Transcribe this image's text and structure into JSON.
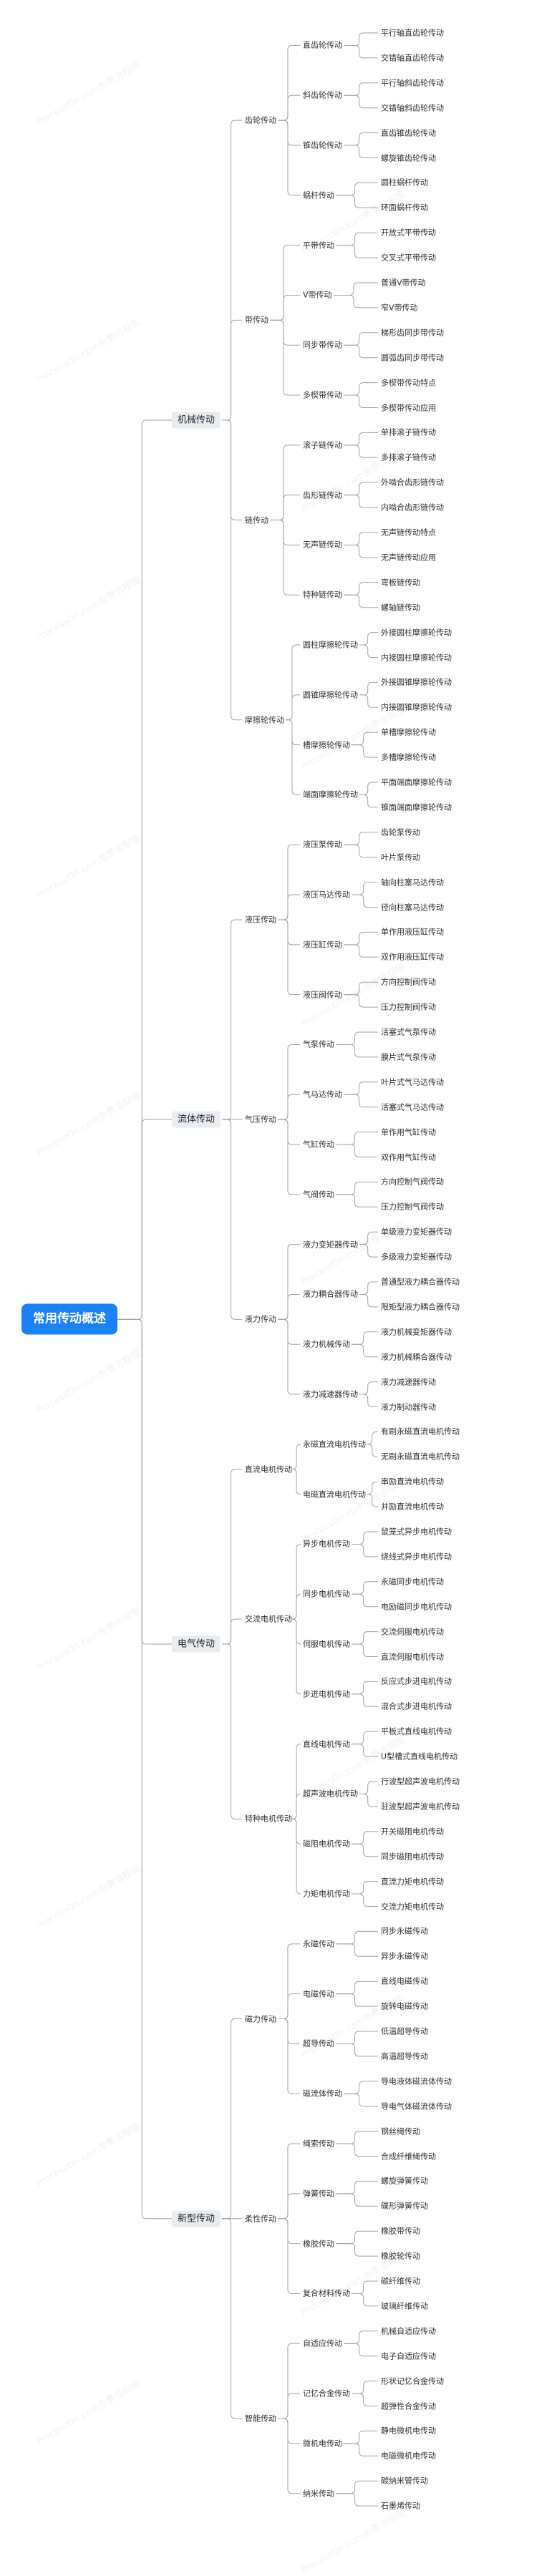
{
  "watermark": "ProcessOn.com免费流程图",
  "colors": {
    "root_bg": "#1a82f7",
    "branch_bg": "#e9edf2",
    "line": "#9aa5b5"
  },
  "root": "常用传动概述",
  "branches": [
    {
      "label": "机械传动",
      "children": [
        {
          "label": "齿轮传动",
          "children": [
            {
              "label": "直齿轮传动",
              "children": [
                "平行轴直齿轮传动",
                "交错轴直齿轮传动"
              ]
            },
            {
              "label": "斜齿轮传动",
              "children": [
                "平行轴斜齿轮传动",
                "交错轴斜齿轮传动"
              ]
            },
            {
              "label": "锥齿轮传动",
              "children": [
                "直齿锥齿轮传动",
                "螺旋锥齿轮传动"
              ]
            },
            {
              "label": "蜗杆传动",
              "children": [
                "圆柱蜗杆传动",
                "环面蜗杆传动"
              ]
            }
          ]
        },
        {
          "label": "带传动",
          "children": [
            {
              "label": "平带传动",
              "children": [
                "开放式平带传动",
                "交叉式平带传动"
              ]
            },
            {
              "label": "V带传动",
              "children": [
                "普通V带传动",
                "窄V带传动"
              ]
            },
            {
              "label": "同步带传动",
              "children": [
                "梯形齿同步带传动",
                "圆弧齿同步带传动"
              ]
            },
            {
              "label": "多楔带传动",
              "children": [
                "多楔带传动特点",
                "多楔带传动应用"
              ]
            }
          ]
        },
        {
          "label": "链传动",
          "children": [
            {
              "label": "滚子链传动",
              "children": [
                "单排滚子链传动",
                "多排滚子链传动"
              ]
            },
            {
              "label": "齿形链传动",
              "children": [
                "外啮合齿形链传动",
                "内啮合齿形链传动"
              ]
            },
            {
              "label": "无声链传动",
              "children": [
                "无声链传动特点",
                "无声链传动应用"
              ]
            },
            {
              "label": "特种链传动",
              "children": [
                "弯板链传动",
                "螺轴链传动"
              ]
            }
          ]
        },
        {
          "label": "摩擦轮传动",
          "children": [
            {
              "label": "圆柱摩擦轮传动",
              "children": [
                "外接圆柱摩擦轮传动",
                "内接圆柱摩擦轮传动"
              ]
            },
            {
              "label": "圆锥摩擦轮传动",
              "children": [
                "外接圆锥摩擦轮传动",
                "内接圆锥摩擦轮传动"
              ]
            },
            {
              "label": "槽摩擦轮传动",
              "children": [
                "单槽摩擦轮传动",
                "多槽摩擦轮传动"
              ]
            },
            {
              "label": "端面摩擦轮传动",
              "children": [
                "平面端面摩擦轮传动",
                "锥面端面摩擦轮传动"
              ]
            }
          ]
        }
      ]
    },
    {
      "label": "流体传动",
      "children": [
        {
          "label": "液压传动",
          "children": [
            {
              "label": "液压泵传动",
              "children": [
                "齿轮泵传动",
                "叶片泵传动"
              ]
            },
            {
              "label": "液压马达传动",
              "children": [
                "轴向柱塞马达传动",
                "径向柱塞马达传动"
              ]
            },
            {
              "label": "液压缸传动",
              "children": [
                "单作用液压缸传动",
                "双作用液压缸传动"
              ]
            },
            {
              "label": "液压阀传动",
              "children": [
                "方向控制阀传动",
                "压力控制阀传动"
              ]
            }
          ]
        },
        {
          "label": "气压传动",
          "children": [
            {
              "label": "气泵传动",
              "children": [
                "活塞式气泵传动",
                "膜片式气泵传动"
              ]
            },
            {
              "label": "气马达传动",
              "children": [
                "叶片式气马达传动",
                "活塞式气马达传动"
              ]
            },
            {
              "label": "气缸传动",
              "children": [
                "单作用气缸传动",
                "双作用气缸传动"
              ]
            },
            {
              "label": "气阀传动",
              "children": [
                "方向控制气阀传动",
                "压力控制气阀传动"
              ]
            }
          ]
        },
        {
          "label": "液力传动",
          "children": [
            {
              "label": "液力变矩器传动",
              "children": [
                "单级液力变矩器传动",
                "多级液力变矩器传动"
              ]
            },
            {
              "label": "液力耦合器传动",
              "children": [
                "普通型液力耦合器传动",
                "限矩型液力耦合器传动"
              ]
            },
            {
              "label": "液力机械传动",
              "children": [
                "液力机械变矩器传动",
                "液力机械耦合器传动"
              ]
            },
            {
              "label": "液力减速器传动",
              "children": [
                "液力减速器传动",
                "液力制动器传动"
              ]
            }
          ]
        }
      ]
    },
    {
      "label": "电气传动",
      "children": [
        {
          "label": "直流电机传动",
          "children": [
            {
              "label": "永磁直流电机传动",
              "children": [
                "有刷永磁直流电机传动",
                "无刷永磁直流电机传动"
              ]
            },
            {
              "label": "电磁直流电机传动",
              "children": [
                "串励直流电机传动",
                "并励直流电机传动"
              ]
            }
          ]
        },
        {
          "label": "交流电机传动",
          "children": [
            {
              "label": "异步电机传动",
              "children": [
                "鼠笼式异步电机传动",
                "绕线式异步电机传动"
              ]
            },
            {
              "label": "同步电机传动",
              "children": [
                "永磁同步电机传动",
                "电励磁同步电机传动"
              ]
            },
            {
              "label": "伺服电机传动",
              "children": [
                "交流伺服电机传动",
                "直流伺服电机传动"
              ]
            },
            {
              "label": "步进电机传动",
              "children": [
                "反应式步进电机传动",
                "混合式步进电机传动"
              ]
            }
          ]
        },
        {
          "label": "特种电机传动",
          "children": [
            {
              "label": "直线电机传动",
              "children": [
                "平板式直线电机传动",
                "U型槽式直线电机传动"
              ]
            },
            {
              "label": "超声波电机传动",
              "children": [
                "行波型超声波电机传动",
                "驻波型超声波电机传动"
              ]
            },
            {
              "label": "磁阻电机传动",
              "children": [
                "开关磁阻电机传动",
                "同步磁阻电机传动"
              ]
            },
            {
              "label": "力矩电机传动",
              "children": [
                "直流力矩电机传动",
                "交流力矩电机传动"
              ]
            }
          ]
        }
      ]
    },
    {
      "label": "新型传动",
      "children": [
        {
          "label": "磁力传动",
          "children": [
            {
              "label": "永磁传动",
              "children": [
                "同步永磁传动",
                "异步永磁传动"
              ]
            },
            {
              "label": "电磁传动",
              "children": [
                "直线电磁传动",
                "旋转电磁传动"
              ]
            },
            {
              "label": "超导传动",
              "children": [
                "低温超导传动",
                "高温超导传动"
              ]
            },
            {
              "label": "磁流体传动",
              "children": [
                "导电液体磁流体传动",
                "导电气体磁流体传动"
              ]
            }
          ]
        },
        {
          "label": "柔性传动",
          "children": [
            {
              "label": "绳索传动",
              "children": [
                "钢丝绳传动",
                "合成纤维绳传动"
              ]
            },
            {
              "label": "弹簧传动",
              "children": [
                "螺旋弹簧传动",
                "碟形弹簧传动"
              ]
            },
            {
              "label": "橡胶传动",
              "children": [
                "橡胶带传动",
                "橡胶轮传动"
              ]
            },
            {
              "label": "复合材料传动",
              "children": [
                "碳纤维传动",
                "玻璃纤维传动"
              ]
            }
          ]
        },
        {
          "label": "智能传动",
          "children": [
            {
              "label": "自适应传动",
              "children": [
                "机械自适应传动",
                "电子自适应传动"
              ]
            },
            {
              "label": "记忆合金传动",
              "children": [
                "形状记忆合金传动",
                "超弹性合金传动"
              ]
            },
            {
              "label": "微机电传动",
              "children": [
                "静电微机电传动",
                "电磁微机电传动"
              ]
            },
            {
              "label": "纳米传动",
              "children": [
                "碳纳米管传动",
                "石墨烯传动"
              ]
            }
          ]
        }
      ]
    }
  ]
}
